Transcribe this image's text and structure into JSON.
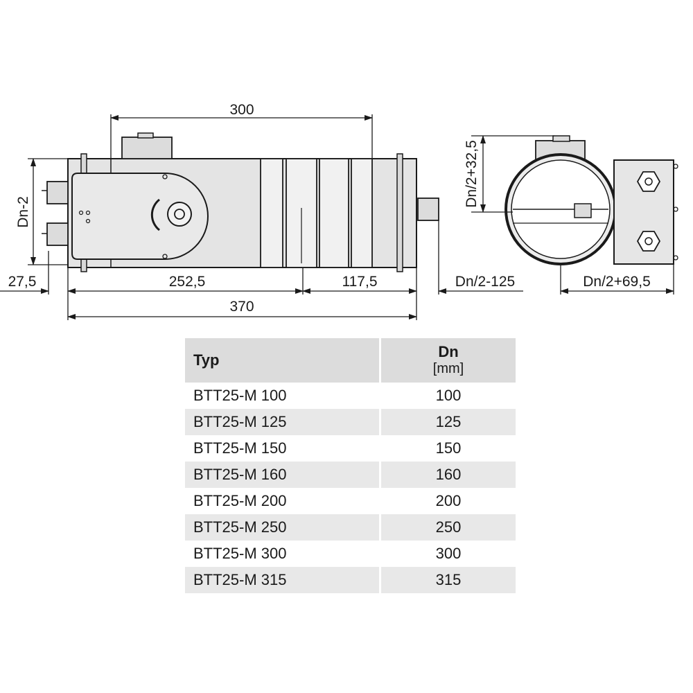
{
  "dimensions": {
    "top_width": "300",
    "height": "Dn-2",
    "left_offset": "27,5",
    "left_length": "252,5",
    "right_length": "117,5",
    "total_length": "370",
    "spigot_offset": "Dn/2-125",
    "side_height": "Dn/2+32,5",
    "side_width": "Dn/2+69,5"
  },
  "table": {
    "headers": {
      "type": "Typ",
      "dn": "Dn",
      "dn_unit": "[mm]"
    },
    "rows": [
      {
        "type": "BTT25-M 100",
        "dn": "100"
      },
      {
        "type": "BTT25-M 125",
        "dn": "125"
      },
      {
        "type": "BTT25-M 150",
        "dn": "150"
      },
      {
        "type": "BTT25-M 160",
        "dn": "160"
      },
      {
        "type": "BTT25-M 200",
        "dn": "200"
      },
      {
        "type": "BTT25-M 250",
        "dn": "250"
      },
      {
        "type": "BTT25-M 300",
        "dn": "300"
      },
      {
        "type": "BTT25-M 315",
        "dn": "315"
      }
    ]
  }
}
